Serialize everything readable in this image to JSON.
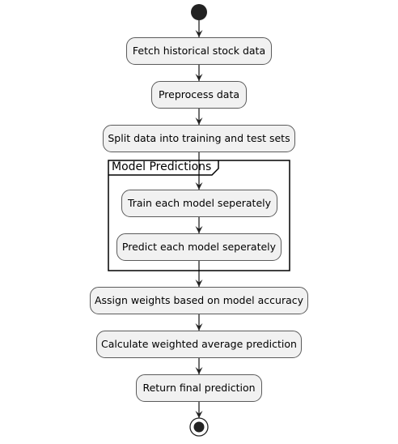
{
  "diagram": {
    "type": "activity",
    "frame": {
      "label": "Model Predictions"
    },
    "activities": [
      "Fetch historical stock data",
      "Preprocess data",
      "Split data into training and test sets",
      "Train each model seperately",
      "Predict each model seperately",
      "Assign weights based on model accuracy",
      "Calculate weighted average prediction",
      "Return final prediction"
    ],
    "colors": {
      "node_fill": "#f1f1f1",
      "node_border": "#5b5b5b",
      "edge": "#222222",
      "start_end": "#222222"
    }
  }
}
